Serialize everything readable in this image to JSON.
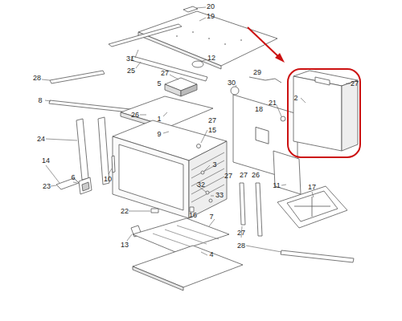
{
  "diagram": {
    "labels": [
      "20",
      "19",
      "31",
      "12",
      "25",
      "27",
      "5",
      "28",
      "8",
      "30",
      "29",
      "2",
      "27",
      "21",
      "18",
      "1",
      "26",
      "27",
      "9",
      "15",
      "24",
      "14",
      "3",
      "27",
      "27",
      "26",
      "11",
      "17",
      "6",
      "10",
      "23",
      "32",
      "33",
      "22",
      "16",
      "7",
      "27",
      "13",
      "28",
      "4"
    ]
  }
}
